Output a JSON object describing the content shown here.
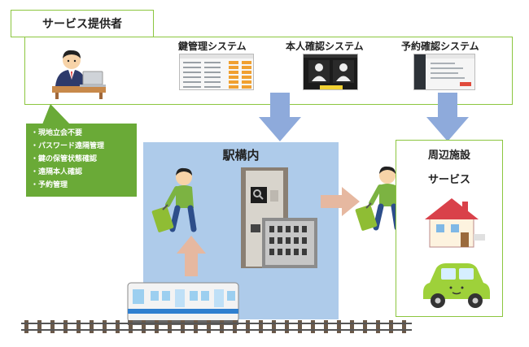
{
  "provider": {
    "title": "サービス提供者",
    "systems": [
      {
        "label": "鍵管理システム"
      },
      {
        "label": "本人確認システム"
      },
      {
        "label": "予約確認システム"
      }
    ]
  },
  "callout": {
    "items": [
      "・現地立会不要",
      "・パスワード遠隔管理",
      "・鍵の保管状態確認",
      "・遠隔本人確認",
      "・予約管理"
    ]
  },
  "station": {
    "title": "駅構内"
  },
  "nearby": {
    "title_line1": "周辺施設",
    "title_line2": "サービス"
  },
  "colors": {
    "green_border": "#8cc63f",
    "callout_green": "#6aaa37",
    "station_blue": "#aecbea",
    "arrow_blue": "#8eaadb",
    "arrow_peach": "#f2b48f"
  }
}
